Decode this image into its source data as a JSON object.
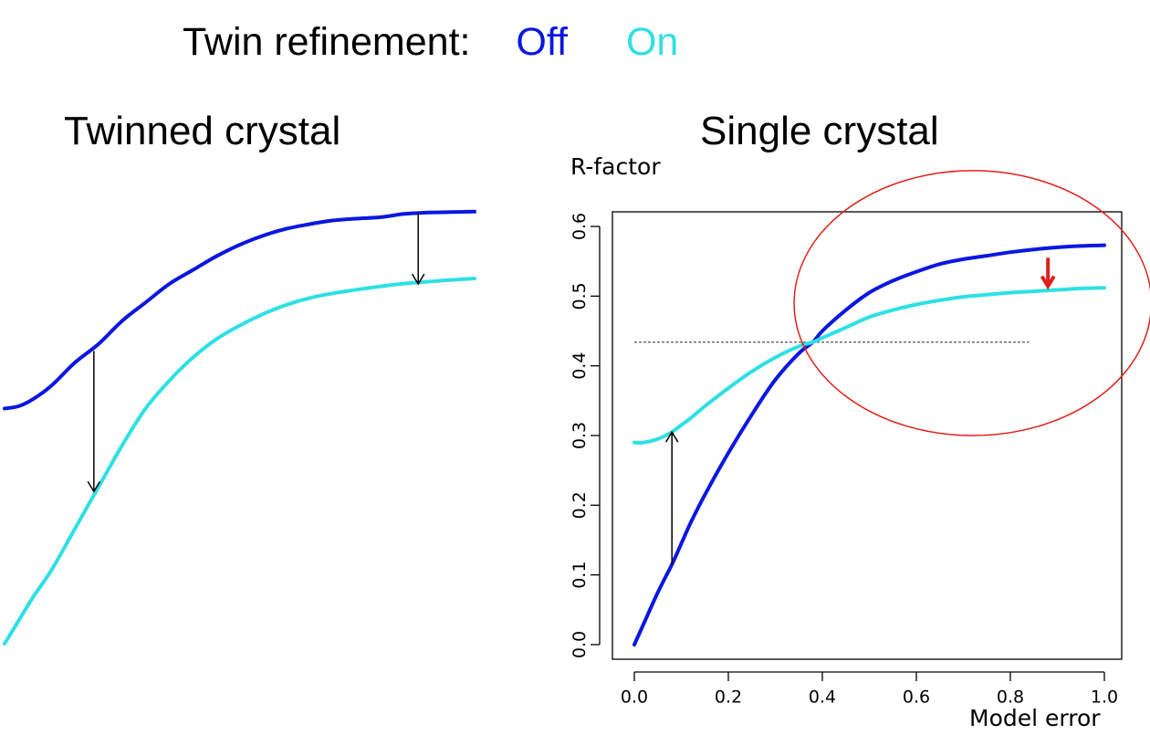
{
  "header": {
    "prefix": "Twin refinement:",
    "legend": [
      {
        "label": "Off",
        "color": "#0b17e0"
      },
      {
        "label": "On",
        "color": "#2ee0e4"
      }
    ]
  },
  "colors": {
    "off": "#0b17e0",
    "on": "#2ee0e4",
    "highlight": "#e0201a",
    "arrow": "#000000",
    "reference_line": "#555555"
  },
  "chart_data": [
    {
      "type": "line",
      "title": "Twinned crystal",
      "axes": "none",
      "x": [
        0,
        0.03,
        0.06,
        0.1,
        0.15,
        0.2,
        0.25,
        0.3,
        0.35,
        0.4,
        0.45,
        0.5,
        0.55,
        0.6,
        0.65,
        0.7,
        0.75,
        0.8,
        0.85,
        0.9,
        0.95,
        1.0
      ],
      "xlim": [
        0,
        1
      ],
      "ylim": [
        0,
        1
      ],
      "series": [
        {
          "color_key": "off",
          "values": [
            0.51,
            0.515,
            0.53,
            0.56,
            0.61,
            0.65,
            0.7,
            0.74,
            0.78,
            0.81,
            0.84,
            0.865,
            0.885,
            0.9,
            0.91,
            0.918,
            0.922,
            0.925,
            0.932,
            0.935,
            0.936,
            0.937
          ]
        },
        {
          "color_key": "on",
          "values": [
            0.0,
            0.05,
            0.1,
            0.16,
            0.25,
            0.34,
            0.43,
            0.51,
            0.57,
            0.62,
            0.66,
            0.69,
            0.715,
            0.735,
            0.75,
            0.76,
            0.768,
            0.775,
            0.781,
            0.785,
            0.789,
            0.792
          ]
        }
      ],
      "annotations": [
        {
          "type": "arrow",
          "x": 0.19,
          "y_from": 0.635,
          "y_to": 0.33
        },
        {
          "type": "arrow",
          "x": 0.88,
          "y_from": 0.933,
          "y_to": 0.78
        }
      ]
    },
    {
      "type": "line",
      "title": "Single crystal",
      "xlabel": "Model error",
      "ylabel": "R-factor",
      "xlim": [
        0,
        1
      ],
      "ylim": [
        0,
        0.6
      ],
      "x_ticks": [
        "0.0",
        "0.2",
        "0.4",
        "0.6",
        "0.8",
        "1.0"
      ],
      "y_ticks": [
        "0.0",
        "0.1",
        "0.2",
        "0.3",
        "0.4",
        "0.5",
        "0.6"
      ],
      "x": [
        0,
        0.02,
        0.05,
        0.08,
        0.1,
        0.12,
        0.15,
        0.2,
        0.25,
        0.3,
        0.35,
        0.38,
        0.4,
        0.45,
        0.5,
        0.55,
        0.6,
        0.65,
        0.7,
        0.75,
        0.8,
        0.85,
        0.9,
        0.95,
        1.0
      ],
      "series": [
        {
          "color_key": "off",
          "values": [
            0.0,
            0.03,
            0.075,
            0.115,
            0.145,
            0.175,
            0.215,
            0.275,
            0.33,
            0.38,
            0.418,
            0.434,
            0.45,
            0.48,
            0.505,
            0.522,
            0.535,
            0.546,
            0.553,
            0.558,
            0.563,
            0.567,
            0.57,
            0.572,
            0.573
          ]
        },
        {
          "color_key": "on",
          "values": [
            0.29,
            0.29,
            0.295,
            0.305,
            0.315,
            0.325,
            0.342,
            0.368,
            0.392,
            0.412,
            0.428,
            0.434,
            0.44,
            0.455,
            0.47,
            0.48,
            0.488,
            0.494,
            0.499,
            0.502,
            0.505,
            0.507,
            0.509,
            0.511,
            0.512
          ]
        }
      ],
      "reference_line": {
        "y": 0.434,
        "x_from": 0,
        "x_to": 0.84
      },
      "annotations": [
        {
          "type": "arrow",
          "x": 0.08,
          "y_from": 0.115,
          "y_to": 0.305
        },
        {
          "type": "highlight_arrow",
          "x": 0.88,
          "y_from": 0.555,
          "y_to": 0.514
        },
        {
          "type": "ellipse",
          "cx": 0.72,
          "cy": 0.49,
          "rx": 0.38,
          "ry": 0.19
        }
      ]
    }
  ]
}
